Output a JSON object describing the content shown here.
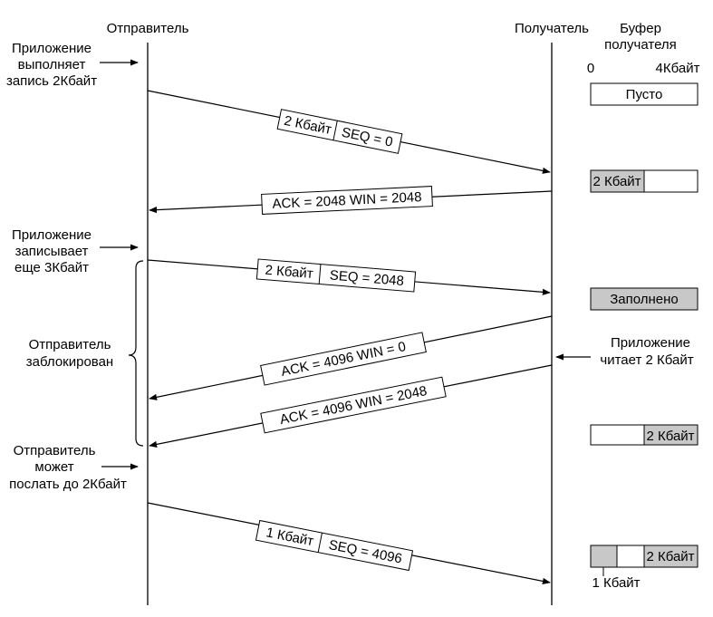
{
  "header": {
    "sender": "Отправитель",
    "receiver": "Получатель",
    "buffer_title_1": "Буфер",
    "buffer_title_2": "получателя",
    "scale_min": "0",
    "scale_max": "4Кбайт"
  },
  "notes": {
    "app_write1": [
      "Приложение",
      "выполняет",
      "запись 2Кбайт"
    ],
    "app_write2": [
      "Приложение",
      "записывает",
      "еще 3Кбайт"
    ],
    "blocked": [
      "Отправитель",
      "заблокирован"
    ],
    "reader": [
      "Приложение",
      "читает 2 Кбайт"
    ],
    "can_send": [
      "Отправитель",
      "может",
      "послать до 2Кбайт"
    ]
  },
  "messages": {
    "m1_size": "2 Кбайт",
    "m1_seq": "SEQ = 0",
    "ack1": "ACK = 2048 WIN = 2048",
    "m2_size": "2 Кбайт",
    "m2_seq": "SEQ = 2048",
    "ack2": "ACK = 4096 WIN = 0",
    "ack3": "ACK = 4096 WIN = 2048",
    "m3_size": "1 Кбайт",
    "m3_seq": "SEQ = 4096"
  },
  "buffers": {
    "b1": "Пусто",
    "b2": "2 Кбайт",
    "b3": "Заполнено",
    "b4": "2 Кбайт",
    "b5": "2 Кбайт",
    "b5_note": "1 Кбайт"
  },
  "colors": {
    "fill_gray": "#c8c8c8",
    "line": "#000000"
  }
}
